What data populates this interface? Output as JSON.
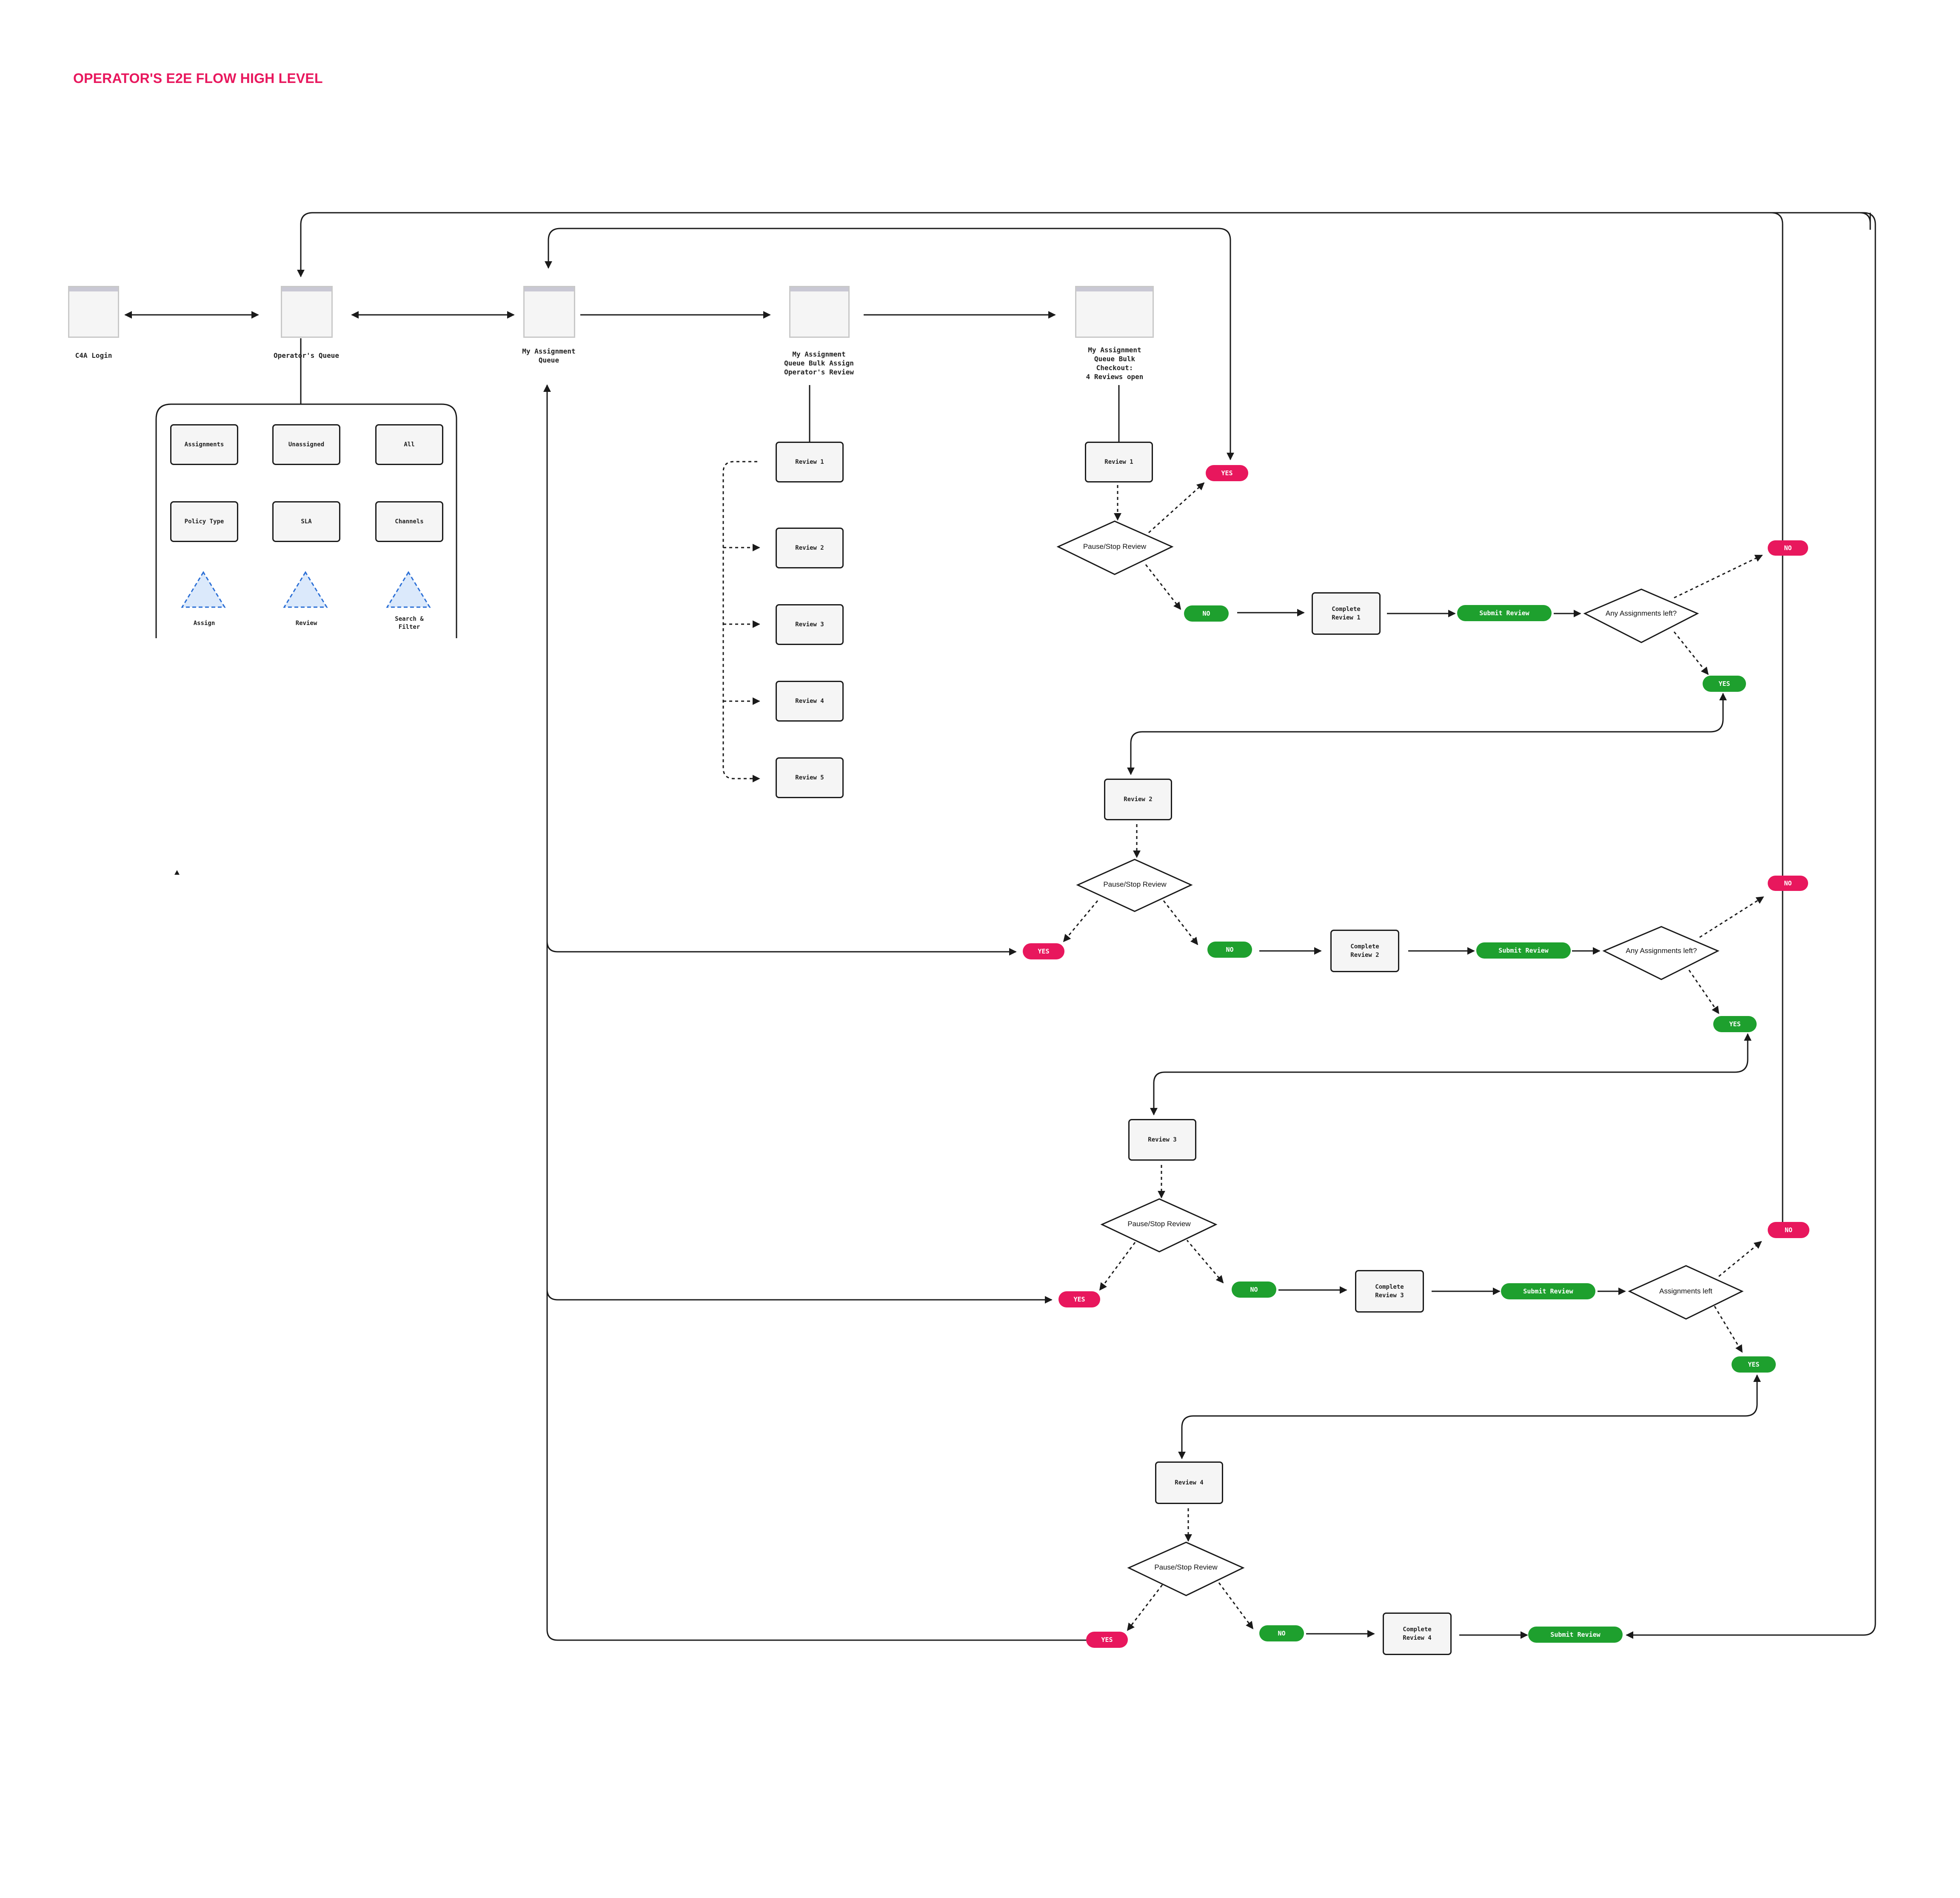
{
  "title": "OPERATOR'S E2E FLOW HIGH LEVEL",
  "screens": {
    "login": "C4A Login",
    "operators_queue": "Operator's Queue",
    "my_assignment_queue": "My Assignment\nQueue",
    "bulk_assign": "My Assignment\nQueue Bulk Assign\nOperator's Review",
    "bulk_checkout": "My Assignment\n   Queue Bulk\nCheckout:\n4 Reviews open"
  },
  "queue_filters": [
    "Assignments",
    "Unassigned",
    "All",
    "Policy Type",
    "SLA",
    "Channels"
  ],
  "queue_actions": [
    "Assign",
    "Review",
    "Search &\nFilter"
  ],
  "bulk_reviews": [
    "Review 1",
    "Review 2",
    "Review 3",
    "Review 4",
    "Review 5"
  ],
  "flow_rows": [
    {
      "review": "Review 1",
      "decision": "Pause/Stop Review",
      "yes": "YES",
      "no": "NO",
      "complete": "Complete\nReview 1",
      "submit": "Submit Review",
      "question": "Any Assignments left?",
      "q_no": "NO",
      "q_yes": "YES"
    },
    {
      "review": "Review 2",
      "decision": "Pause/Stop Review",
      "yes": "YES",
      "no": "NO",
      "complete": "Complete\nReview 2",
      "submit": "Submit Review",
      "question": "Any Assignments left?",
      "q_no": "NO",
      "q_yes": "YES"
    },
    {
      "review": "Review 3",
      "decision": "Pause/Stop Review",
      "yes": "YES",
      "no": "NO",
      "complete": "Complete\nReview 3",
      "submit": "Submit Review",
      "question": "Assignments left",
      "q_no": "NO",
      "q_yes": "YES"
    },
    {
      "review": "Review 4",
      "decision": "Pause/Stop Review",
      "yes": "YES",
      "no": "NO",
      "complete": "Complete\nReview 4",
      "submit": "Submit Review"
    }
  ],
  "colors": {
    "accent": "#e8175d",
    "green": "#1ea02e",
    "line": "#1a1a1a",
    "triangle": "#2b6fd6"
  }
}
